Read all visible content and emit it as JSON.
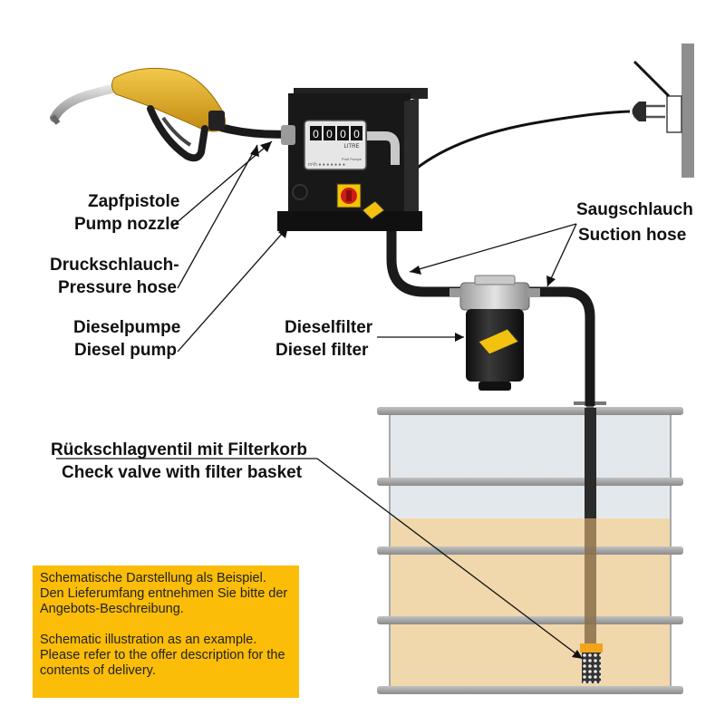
{
  "labels": {
    "nozzle_de": "Zapfpistole",
    "nozzle_en": "Pump nozzle",
    "pressure_hose_de": "Druckschlauch-",
    "pressure_hose_en": "Pressure hose",
    "pump_de": "Dieselpumpe",
    "pump_en": "Diesel pump",
    "filter_de": "Dieselfilter",
    "filter_en": "Diesel filter",
    "suction_hose_de": "Saugschlauch",
    "suction_hose_en": "Suction hose",
    "check_valve_de": "Rückschlagventil mit Filterkorb",
    "check_valve_en": "Check valve with filter basket"
  },
  "meter": {
    "digits": [
      "0",
      "0",
      "0",
      "0"
    ],
    "unit": "LITRE",
    "brand": "Profi Pumpe"
  },
  "note": {
    "de": "Schematische Darstellung als Beispiel. Den Lieferumfang entnehmen Sie bitte der Angebots-Beschreibung.",
    "en": "Schematic illustration as an example. Please refer to the offer description for the contents of delivery."
  },
  "colors": {
    "note_bg": "#fbbd08",
    "nozzle": "#e0ab1c",
    "fuel": "#f0d8ac",
    "tank_glass": "#e3e8ed",
    "hose": "#1a1a1a",
    "wall": "#8e8e8e"
  }
}
